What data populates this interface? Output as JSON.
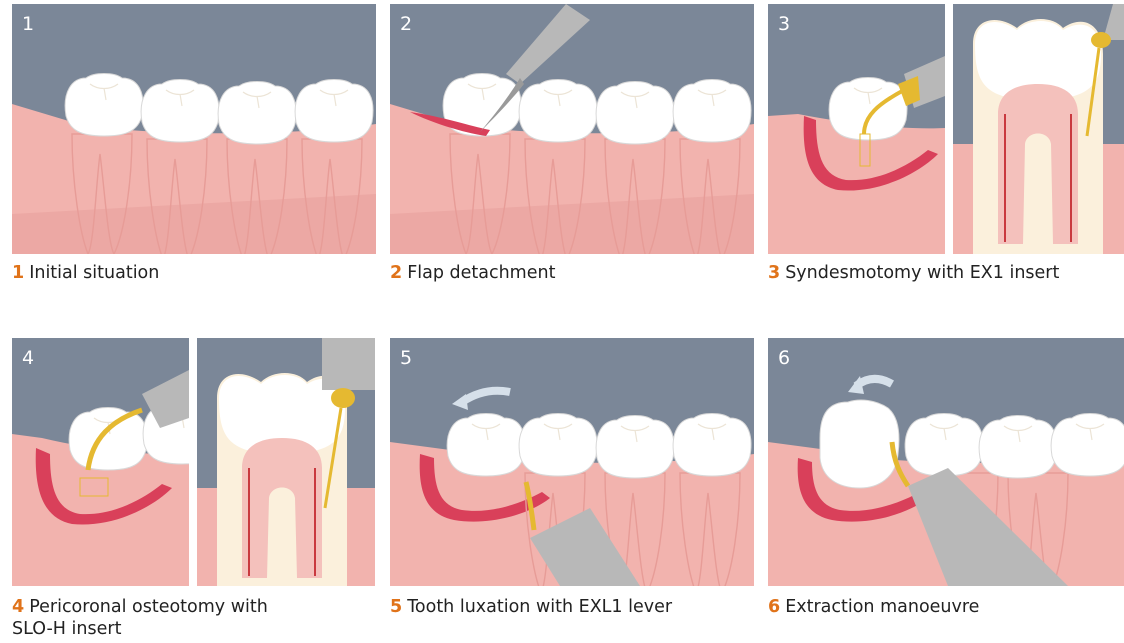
{
  "steps": [
    {
      "number": "1",
      "label": "Initial situation"
    },
    {
      "number": "2",
      "label": "Flap detachment"
    },
    {
      "number": "3",
      "label": "Syndesmotomy with EX1 insert"
    },
    {
      "number": "4",
      "label": "Pericoronal osteotomy with SLO-H insert"
    },
    {
      "number": "5",
      "label": "Tooth luxation with EXL1 lever"
    },
    {
      "number": "6",
      "label": "Extraction manoeuvre"
    }
  ],
  "colors": {
    "background_sky": "#7b8798",
    "gum": "#f2b3ae",
    "gum_dark": "#e7a09c",
    "flap_red": "#d9405a",
    "tooth": "#ffffff",
    "instrument_gold": "#e5b931",
    "instrument_grey": "#b8b8b8",
    "number_accent": "#e0731a"
  }
}
